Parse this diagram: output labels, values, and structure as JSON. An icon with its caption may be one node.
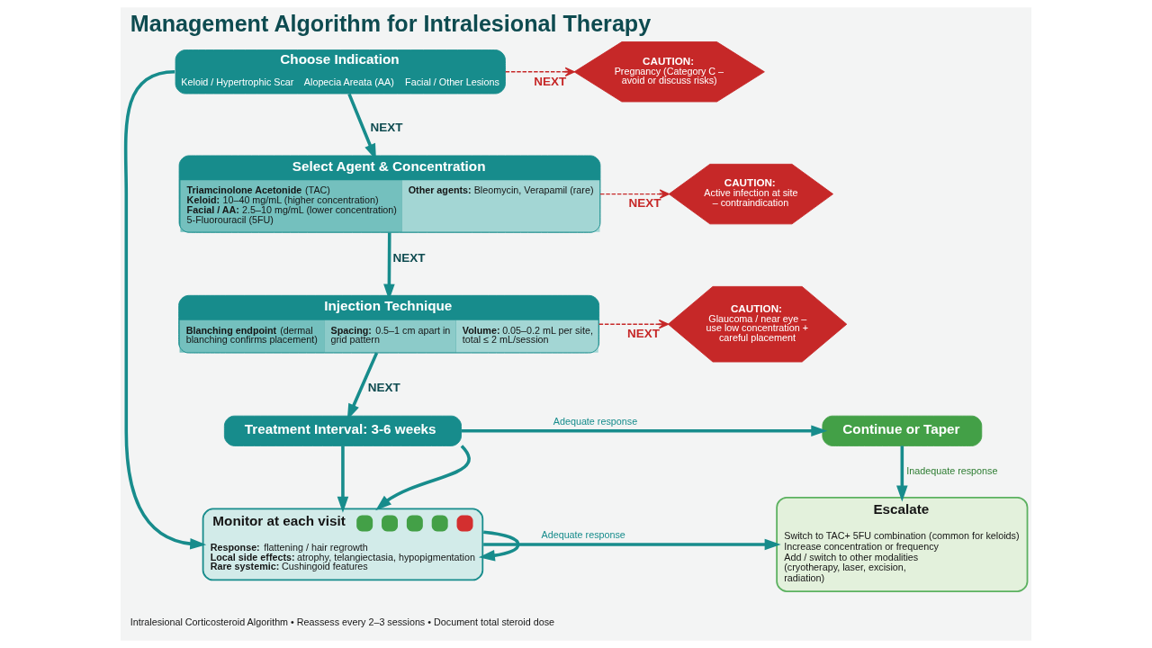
{
  "diagram": {
    "title": "Management Algorithm for Intralesional Therapy",
    "caption": "Intralesional Corticosteroid Algorithm • Reassess every 2–3 sessions • Document total steroid dose",
    "nodes": [
      {
        "text": [
          "Choose Indication",
          "Keloid / Hypertrophic Scar",
          "Alopecia Areata (AA)",
          "Facial / Other Lesions"
        ]
      },
      {
        "text": [
          "Select Agent & Concentration",
          "**Triamcinolone Acetonide** (TAC)",
          "**Keloid:** 10–40 mg/mL (higher concentration)",
          "**Facial / AA:** 2.5–10 mg/mL (lower concentration)",
          "5-Fluorouracil (5FU)",
          "**Other agents:** Bleomycin, Verapamil (rare)"
        ]
      },
      {
        "text": [
          "Injection Technique",
          "**Blanching endpoint** (dermal blanching confirms placement)",
          "**Spacing:** 0.5–1 cm apart in grid pattern",
          "**Volume:** 0.05–0.2 mL per site, total ≤ 2 mL/session"
        ]
      },
      {
        "text": [
          "Treatment Interval: 3-6 weeks"
        ]
      },
      {
        "text": [
          "Monitor at each visit",
          "**Response:** flattening / hair regrowth",
          "**Local side effects:** atrophy, telangiectasia, hypopigmentation",
          "**Rare systemic:** Cushingoid features"
        ]
      },
      {
        "text": [
          "Continue or Taper"
        ]
      },
      {
        "text": [
          "Escalate",
          "Switch to TAC+ 5FU combination (common for keloids)",
          "Increase concentration or frequency",
          "Add / switch to other modalities (cryotherapy, laser, excision, radiation)"
        ]
      },
      {
        "text": [
          "CAUTION:",
          "Pregnancy (Category C – avoid or discuss risks)"
        ]
      },
      {
        "text": [
          "CAUTION:",
          "Active infection at site – contraindication"
        ]
      },
      {
        "text": [
          "CAUTION:",
          "Glaucoma / near eye – use low concentration + careful placement"
        ]
      }
    ],
    "edges": [
      {
        "from": 0,
        "to": 1,
        "arrow": "to",
        "label": "NEXT"
      },
      {
        "from": 0,
        "to": 7,
        "arrow": "to",
        "label": "NEXT",
        "style": "dashed",
        "color": "#c62828"
      },
      {
        "from": 1,
        "to": 2,
        "arrow": "to",
        "label": "NEXT"
      },
      {
        "from": 1,
        "to": 8,
        "arrow": "to",
        "label": "NEXT",
        "style": "dashed",
        "color": "#c62828"
      },
      {
        "from": 2,
        "to": 3,
        "arrow": "to",
        "label": "NEXT"
      },
      {
        "from": 2,
        "to": 9,
        "arrow": "to",
        "label": "NEXT",
        "style": "dashed",
        "color": "#c62828"
      },
      {
        "from": 0,
        "to": 4,
        "arrow": "to"
      },
      {
        "from": 3,
        "to": 4,
        "arrow": "to"
      },
      {
        "from": 3,
        "to": 5,
        "arrow": "to",
        "label": "Adequate response"
      },
      {
        "from": 3,
        "to": 4,
        "arrow": "to"
      },
      {
        "from": 4,
        "to": 4,
        "arrow": "to"
      },
      {
        "from": 5,
        "to": 6,
        "arrow": "to",
        "label": "Inadequate response"
      },
      {
        "from": 4,
        "to": 6,
        "arrow": "to",
        "label": "Adequate response"
      }
    ]
  }
}
